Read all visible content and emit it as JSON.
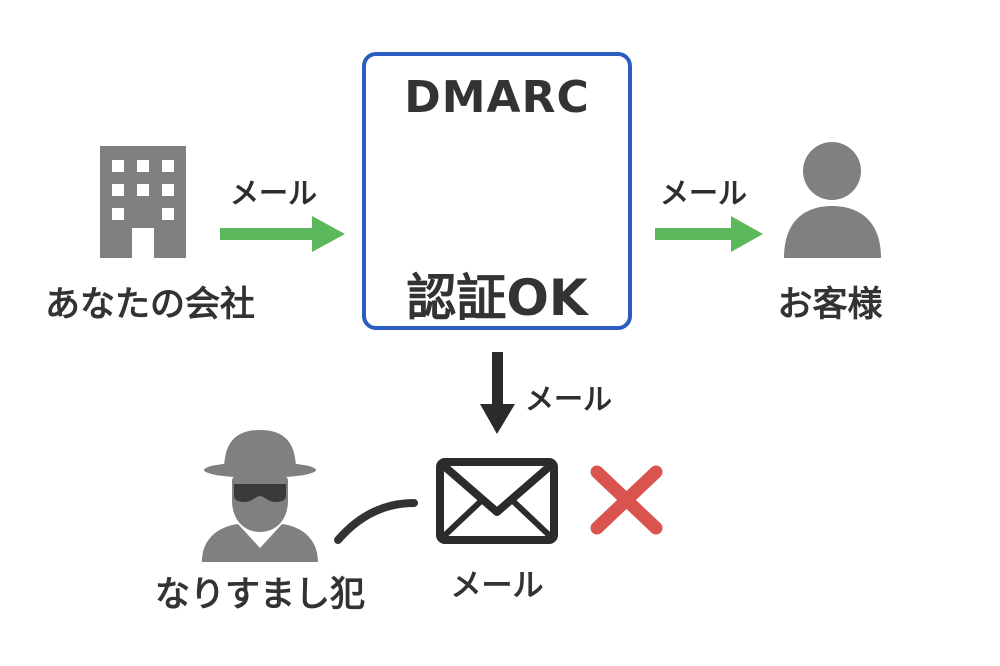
{
  "dmarc": {
    "title": "DMARC",
    "status": "認証OK",
    "border_color": "#2a5dbf",
    "check_color": "#5cb85c"
  },
  "nodes": {
    "company": {
      "label": "あなたの会社",
      "icon": "building-icon"
    },
    "customer": {
      "label": "お客様",
      "icon": "person-icon"
    },
    "impostor": {
      "label": "なりすまし犯",
      "icon": "spy-icon"
    },
    "spoofed_mail": {
      "label": "メール",
      "icon": "envelope-icon"
    }
  },
  "edges": {
    "company_to_dmarc": "メール",
    "dmarc_to_customer": "メール",
    "dmarc_to_mail": "メール"
  },
  "colors": {
    "arrow_green": "#5cb85c",
    "icon_gray": "#808080",
    "reject_red": "#d9534f",
    "text_dark": "#333333"
  }
}
